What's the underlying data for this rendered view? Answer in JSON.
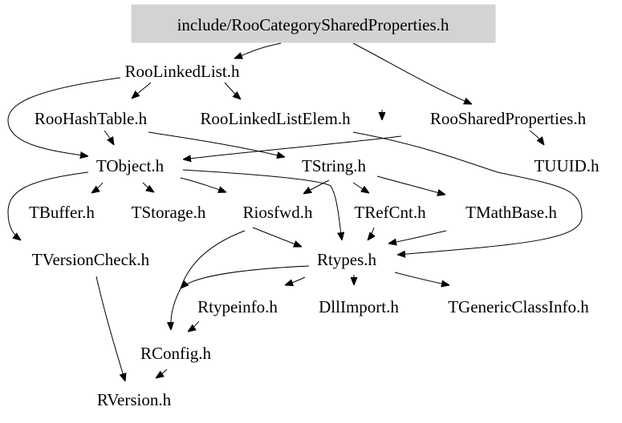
{
  "root_fill": "#d3d3d3",
  "nodes": {
    "root": "include/RooCategorySharedProperties.h",
    "roo_linked_list": "RooLinkedList.h",
    "roo_hash_table": "RooHashTable.h",
    "roo_linked_list_elem": "RooLinkedListElem.h",
    "roo_shared_properties": "RooSharedProperties.h",
    "tobject": "TObject.h",
    "tstring": "TString.h",
    "tuuid": "TUUID.h",
    "tbuffer": "TBuffer.h",
    "tstorage": "TStorage.h",
    "riosfwd": "Riosfwd.h",
    "trefcnt": "TRefCnt.h",
    "tmathbase": "TMathBase.h",
    "tversioncheck": "TVersionCheck.h",
    "rtypes": "Rtypes.h",
    "rtypeinfo": "Rtypeinfo.h",
    "dllimport": "DllImport.h",
    "tgenericclassinfo": "TGenericClassInfo.h",
    "rconfig": "RConfig.h",
    "rversion": "RVersion.h"
  },
  "edges": [
    [
      "root",
      "roo_linked_list"
    ],
    [
      "root",
      "roo_shared_properties"
    ],
    [
      "roo_linked_list",
      "roo_hash_table"
    ],
    [
      "roo_linked_list",
      "roo_linked_list_elem"
    ],
    [
      "roo_linked_list",
      "tobject"
    ],
    [
      "roo_hash_table",
      "tobject"
    ],
    [
      "roo_hash_table",
      "tstring"
    ],
    [
      "roo_linked_list_elem",
      "rtypes"
    ],
    [
      "roo_shared_properties",
      "tobject"
    ],
    [
      "roo_shared_properties",
      "tuuid"
    ],
    [
      "tobject",
      "tbuffer"
    ],
    [
      "tobject",
      "tstorage"
    ],
    [
      "tobject",
      "riosfwd"
    ],
    [
      "tobject",
      "rtypes"
    ],
    [
      "tobject",
      "tversioncheck"
    ],
    [
      "tstring",
      "riosfwd"
    ],
    [
      "tstring",
      "trefcnt"
    ],
    [
      "tstring",
      "tmathbase"
    ],
    [
      "trefcnt",
      "rtypes"
    ],
    [
      "tmathbase",
      "rtypes"
    ],
    [
      "riosfwd",
      "rtypes"
    ],
    [
      "riosfwd",
      "rconfig"
    ],
    [
      "tversioncheck",
      "rversion"
    ],
    [
      "rtypes",
      "rtypeinfo"
    ],
    [
      "rtypes",
      "dllimport"
    ],
    [
      "rtypes",
      "tgenericclassinfo"
    ],
    [
      "rtypes",
      "rconfig"
    ],
    [
      "rtypeinfo",
      "rconfig"
    ],
    [
      "rconfig",
      "rversion"
    ]
  ]
}
